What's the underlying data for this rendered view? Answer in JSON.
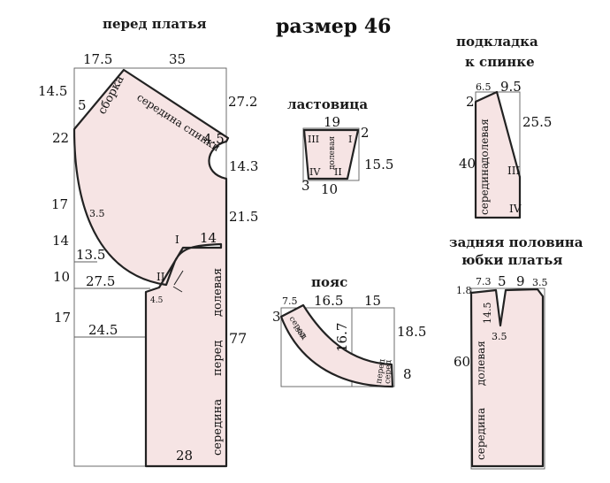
{
  "page_title": "размер 46",
  "front": {
    "title": "перед платья",
    "dims": {
      "top_left": "17.5",
      "top_right": "35",
      "left_1": "14.5",
      "left_2": "22",
      "left_3": "17",
      "left_4": "14",
      "left_5": "10",
      "left_6": "17",
      "inner_1": "5",
      "inner_2": "3.5",
      "inner_3": "13.5",
      "inner_4": "27.5",
      "inner_5": "24.5",
      "inner_6": "4.5",
      "right_1": "27.2",
      "right_2": "4.5",
      "right_3": "14.3",
      "right_4": "21.5",
      "right_5": "14",
      "right_6": "77",
      "bottom": "28"
    },
    "labels": {
      "gather": "сборка",
      "center_back": "середина спинки",
      "grain": "долевая",
      "front_word": "перед",
      "center": "середина",
      "mark_1": "I",
      "mark_2": "II"
    }
  },
  "gusset": {
    "title": "ластовица",
    "dims": {
      "top": "19",
      "bottom": "10",
      "right": "15.5",
      "corner_tr": "2",
      "corner_bl": "3"
    },
    "labels": {
      "grain": "долевая",
      "m1": "I",
      "m2": "II",
      "m3": "III",
      "m4": "IV"
    }
  },
  "belt": {
    "title": "пояс",
    "dims": {
      "d1": "7.5",
      "d2": "16.5",
      "d3": "15",
      "d4": "16.7",
      "d5": "18.5",
      "d6": "3",
      "d7": "8"
    },
    "labels": {
      "left_a": "серед",
      "left_b": "зад",
      "right_a": "перед",
      "right_b": "серед"
    }
  },
  "lining": {
    "title_1": "подкладка",
    "title_2": "к спинке",
    "dims": {
      "top_1": "6.5",
      "top_2": "9.5",
      "left": "2",
      "right": "25.5",
      "height": "40"
    },
    "labels": {
      "grain": "долевая",
      "center": "середина",
      "m3": "III",
      "m4": "IV"
    }
  },
  "skirt": {
    "title_1": "задняя половина",
    "title_2": "юбки платья",
    "dims": {
      "d1": "1.8",
      "d2": "7.3",
      "d3": "5",
      "d4": "9",
      "d5": "3.5",
      "dart": "14.5",
      "dart_w": "3.5",
      "height": "60"
    },
    "labels": {
      "grain": "долевая",
      "center": "середина"
    }
  }
}
